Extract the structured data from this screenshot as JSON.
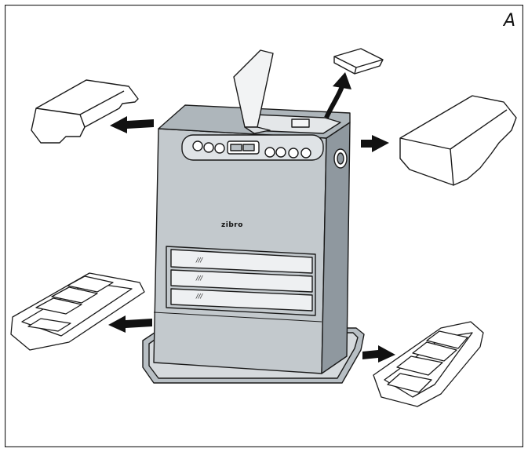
{
  "figure": {
    "panel_label": "A",
    "brand_text": "zibro",
    "colors": {
      "line": "#1a1a1a",
      "heater_body": "#9ea7ad",
      "heater_front": "#c3c9cd",
      "panel_fill": "#ffffff",
      "arrow": "#111111"
    }
  },
  "parts": [
    {
      "name": "top-left-packaging-block",
      "arrow": "left"
    },
    {
      "name": "top-right-packaging-block",
      "arrow": "right"
    },
    {
      "name": "bottom-left-packaging-tray",
      "arrow": "left"
    },
    {
      "name": "bottom-right-packaging-tray",
      "arrow": "right"
    },
    {
      "name": "top-small-pad",
      "arrow": "up"
    },
    {
      "name": "lid-flap",
      "arrow": "none"
    }
  ]
}
